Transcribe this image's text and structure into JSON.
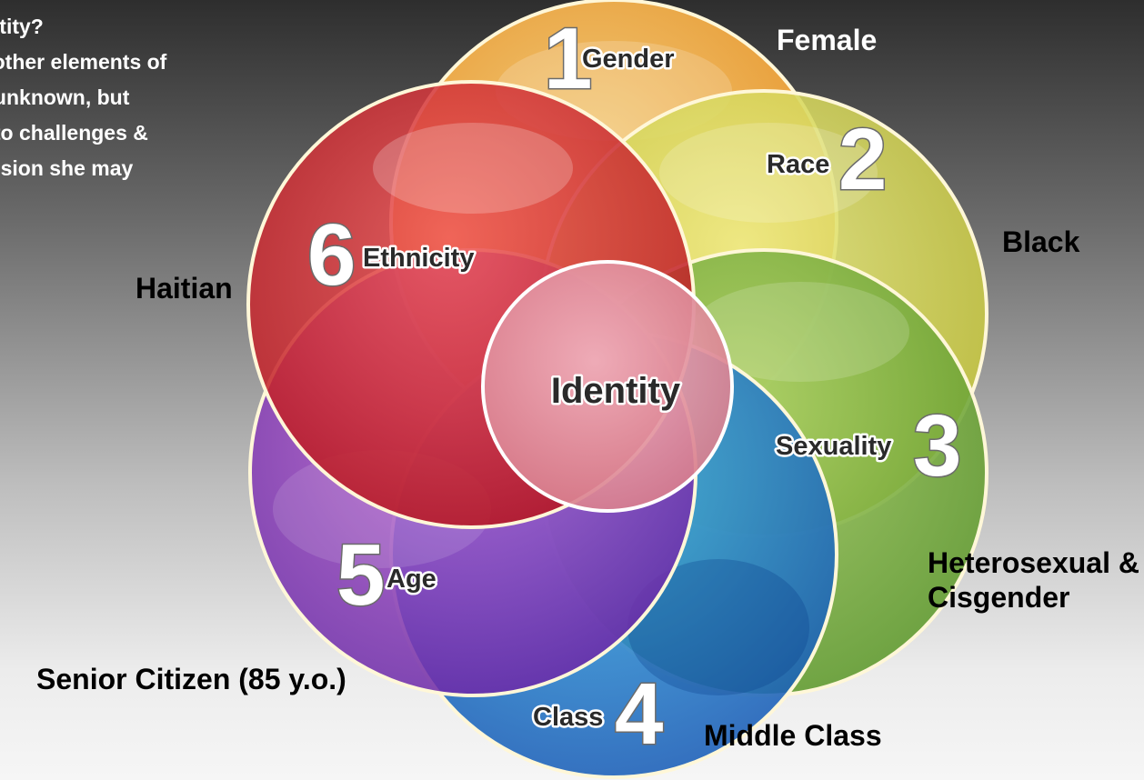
{
  "intro_lines": [
    "identity?",
    "me other elements of",
    "are unknown, but",
    "ute to challenges &",
    "pression she may"
  ],
  "center": {
    "label": "Identity"
  },
  "categories": [
    {
      "number": "1",
      "label": "Gender",
      "color": "#f6a93b",
      "value": "Female"
    },
    {
      "number": "2",
      "label": "Race",
      "color": "#d3d24a",
      "value": "Black"
    },
    {
      "number": "3",
      "label": "Sexuality",
      "color": "#7fb23b",
      "value": "Heterosexual & Cisgender"
    },
    {
      "number": "4",
      "label": "Class",
      "color": "#1f8fd4",
      "value": "Middle Class"
    },
    {
      "number": "5",
      "label": "Age",
      "color": "#9a3fb8",
      "value": "Senior Citizen (85 y.o.)"
    },
    {
      "number": "6",
      "label": "Ethnicity",
      "color": "#d8262c",
      "value": "Haitian"
    }
  ],
  "colors": {
    "center_fill": "#e79bab",
    "ring_stroke": "#fff7d8",
    "outer_label_dark": "#000000",
    "outer_label_light": "#ffffff"
  }
}
